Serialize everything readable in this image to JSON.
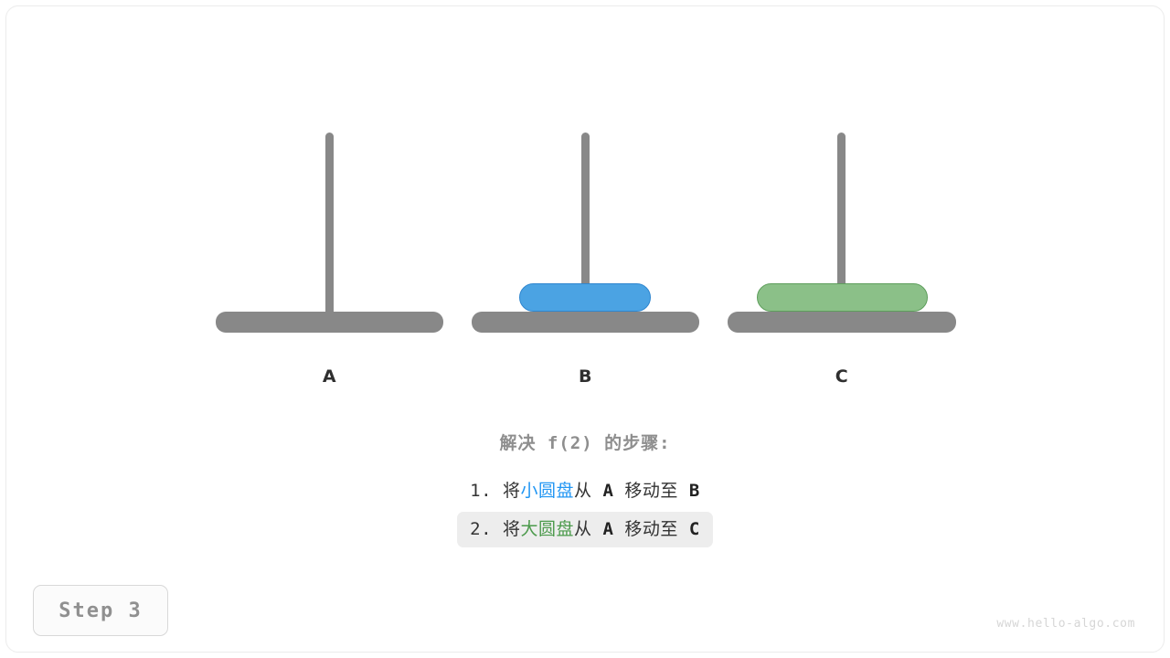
{
  "figure": {
    "title_caption": "解决 f(2) 的步骤:",
    "watermark": "www.hello-algo.com",
    "step_badge": "Step 3"
  },
  "colors": {
    "rod": "#888888",
    "base": "#888888",
    "disk_small_fill": "#4BA3E3",
    "disk_small_border": "#2F86CF",
    "disk_large_fill": "#8BC088",
    "disk_large_border": "#5E9E5C",
    "text_blue": "#2196F3",
    "text_green": "#4C9A4C",
    "caption_gray": "#8E8E8E",
    "highlight_bg": "#EDEDED"
  },
  "pegs": [
    {
      "label": "A",
      "disks": []
    },
    {
      "label": "B",
      "disks": [
        {
          "size": "small",
          "name": "小圆盘"
        }
      ]
    },
    {
      "label": "C",
      "disks": [
        {
          "size": "large",
          "name": "大圆盘"
        }
      ]
    }
  ],
  "steps": [
    {
      "index": "1.",
      "verb": "将",
      "disk": "小圆盘",
      "disk_color": "blue",
      "from_word": "从",
      "from_peg": "A",
      "move_word": "移动至",
      "to_peg": "B",
      "highlighted": false
    },
    {
      "index": "2.",
      "verb": "将",
      "disk": "大圆盘",
      "disk_color": "green",
      "from_word": "从",
      "from_peg": "A",
      "move_word": "移动至",
      "to_peg": "C",
      "highlighted": true
    }
  ]
}
